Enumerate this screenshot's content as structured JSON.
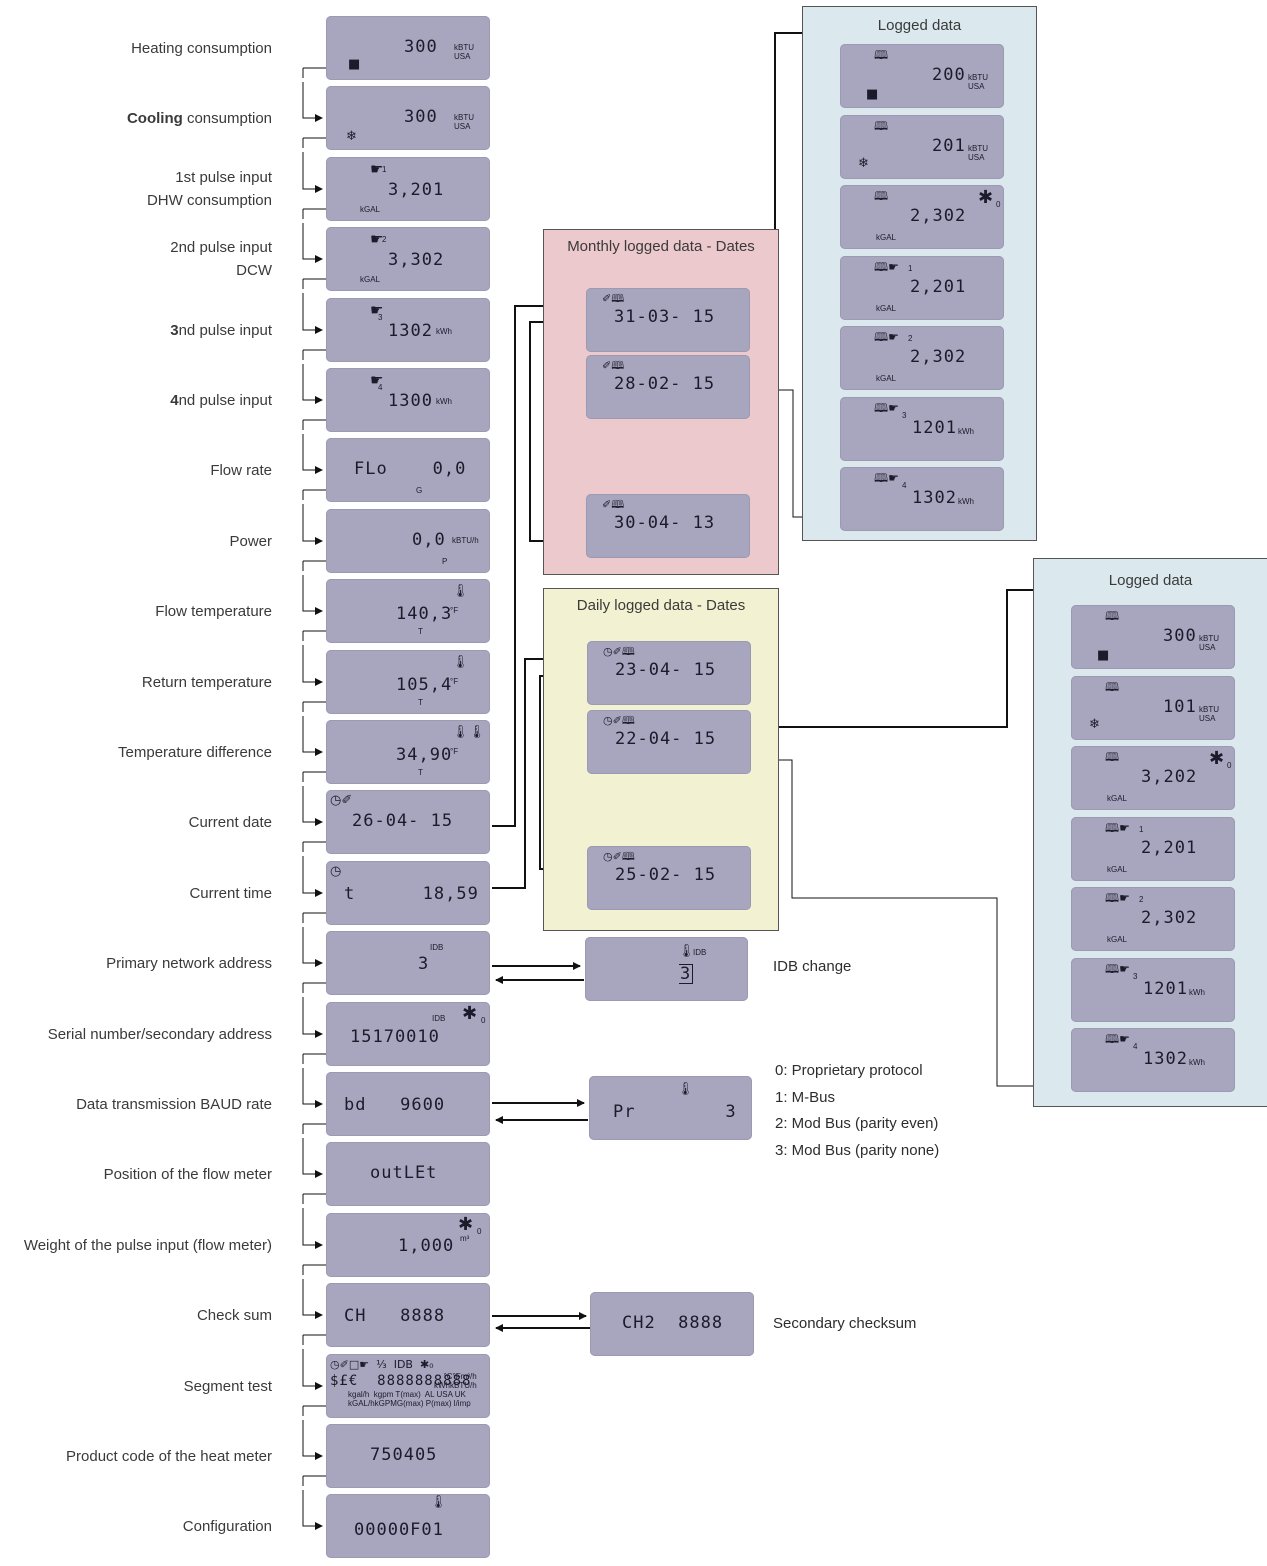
{
  "rows": [
    {
      "label": "Heating consumption",
      "value": "300",
      "unit": "kBTU\nUSA",
      "icon": "heating-block-icon"
    },
    {
      "label_bold": "Cooling",
      "label": " consumption",
      "value": "300",
      "unit": "kBTU\nUSA",
      "icon": "snowflake-icon"
    },
    {
      "label": "1st pulse input\nDHW consumption",
      "value": "3,201",
      "unit": "kGAL",
      "index": "1",
      "icon": "tap-icon"
    },
    {
      "label": "2nd pulse input\nDCW",
      "value": "3,302",
      "unit": "kGAL",
      "index": "2",
      "icon": "tap-icon"
    },
    {
      "label_bold": "3",
      "label": "nd pulse input",
      "value": "1302",
      "unit": "kWh",
      "index": "3",
      "icon": "tap-icon"
    },
    {
      "label_bold": "4",
      "label": "nd pulse input",
      "value": "1300",
      "unit": "kWh",
      "index": "4",
      "icon": "tap-icon"
    },
    {
      "label": "Flow rate",
      "value": "FLo    0,0",
      "unit": "G"
    },
    {
      "label": "Power",
      "value": "0,0",
      "unit": "kBTU/h",
      "sub": "P"
    },
    {
      "label": "Flow temperature",
      "value": "140,3",
      "unit": "°F",
      "sub": "T",
      "icon": "thermometer-icon"
    },
    {
      "label": "Return temperature",
      "value": "105,4",
      "unit": "°F",
      "sub": "T",
      "icon": "thermometer-icon"
    },
    {
      "label": "Temperature difference",
      "value": "34,90",
      "unit": "°F",
      "sub": "T",
      "icon": "dual-thermometer-icon"
    },
    {
      "label": "Current date",
      "value": "26-04- 15",
      "icon": "clock-calendar-icon"
    },
    {
      "label": "Current time",
      "value": "t      18,59",
      "icon": "clock-icon"
    },
    {
      "label": "Primary network address",
      "value": "3",
      "sub": "IDB"
    },
    {
      "label": "Serial number/secondary address",
      "value": "15170010",
      "sub": "IDB",
      "asterisk": "0"
    },
    {
      "label": "Data transmission BAUD rate",
      "value": "bd   9600"
    },
    {
      "label": "Position of the flow meter",
      "value": "outLEt"
    },
    {
      "label": "Weight of the pulse input (flow meter)",
      "value": "1,000",
      "unit": "m³",
      "asterisk": "0"
    },
    {
      "label": "Check sum",
      "value": "CH   8888"
    },
    {
      "label": "Segment test",
      "value": "8888888888"
    },
    {
      "label": "Product code of the heat meter",
      "value": "750405"
    },
    {
      "label": "Configuration",
      "value": "00000F01",
      "icon": "config-icon"
    }
  ],
  "segment_test": {
    "line1": "◷✐□☛  ¹⁄₃  IDB  ✱₀",
    "line2": "$£€  8888888888",
    "units_right": "°C°Fm³/h\nkWhkBTU/h",
    "line3": "kgal/h  kgpm T(max)  AL USA UK",
    "line4": "kGAL/hkGPMG(max) P(max) l/imp"
  },
  "monthly": {
    "title": "Monthly logged data - Dates",
    "dates": [
      "31-03- 15",
      "28-02- 15",
      "30-04- 13"
    ]
  },
  "daily": {
    "title": "Daily logged data - Dates",
    "dates": [
      "23-04- 15",
      "22-04- 15",
      "25-02- 15"
    ]
  },
  "logged_top": {
    "title": "Logged data",
    "items": [
      {
        "value": "200",
        "unit": "kBTU\nUSA"
      },
      {
        "value": "201",
        "unit": "kBTU\nUSA"
      },
      {
        "value": "2,302",
        "unit": "kGAL",
        "asterisk": "0"
      },
      {
        "value": "2,201",
        "unit": "kGAL",
        "index": "1"
      },
      {
        "value": "2,302",
        "unit": "kGAL",
        "index": "2"
      },
      {
        "value": "1201",
        "unit": "kWh",
        "index": "3"
      },
      {
        "value": "1302",
        "unit": "kWh",
        "index": "4"
      }
    ]
  },
  "logged_bottom": {
    "title": "Logged data",
    "items": [
      {
        "value": "300",
        "unit": "kBTU\nUSA"
      },
      {
        "value": "101",
        "unit": "kBTU\nUSA"
      },
      {
        "value": "3,202",
        "unit": "kGAL",
        "asterisk": "0"
      },
      {
        "value": "2,201",
        "unit": "kGAL",
        "index": "1"
      },
      {
        "value": "2,302",
        "unit": "kGAL",
        "index": "2"
      },
      {
        "value": "1201",
        "unit": "kWh",
        "index": "3"
      },
      {
        "value": "1302",
        "unit": "kWh",
        "index": "4"
      }
    ]
  },
  "idb_change": {
    "lcd_sub": "IDB",
    "lcd_value": "3",
    "note": "IDB change"
  },
  "protocol": {
    "lcd_value": "Pr        3",
    "options": [
      "0: Proprietary protocol",
      "1: M-Bus",
      "2: Mod Bus (parity even)",
      "3: Mod Bus (parity none)"
    ]
  },
  "secondary_checksum": {
    "lcd_value": "CH2  8888",
    "note": "Secondary checksum"
  },
  "colors": {
    "lcd": "#a8a6be",
    "monthly_bg": "#ecc9cc",
    "daily_bg": "#f2f2d2",
    "logged_bg": "#dbe9ee",
    "line": "#111111"
  }
}
